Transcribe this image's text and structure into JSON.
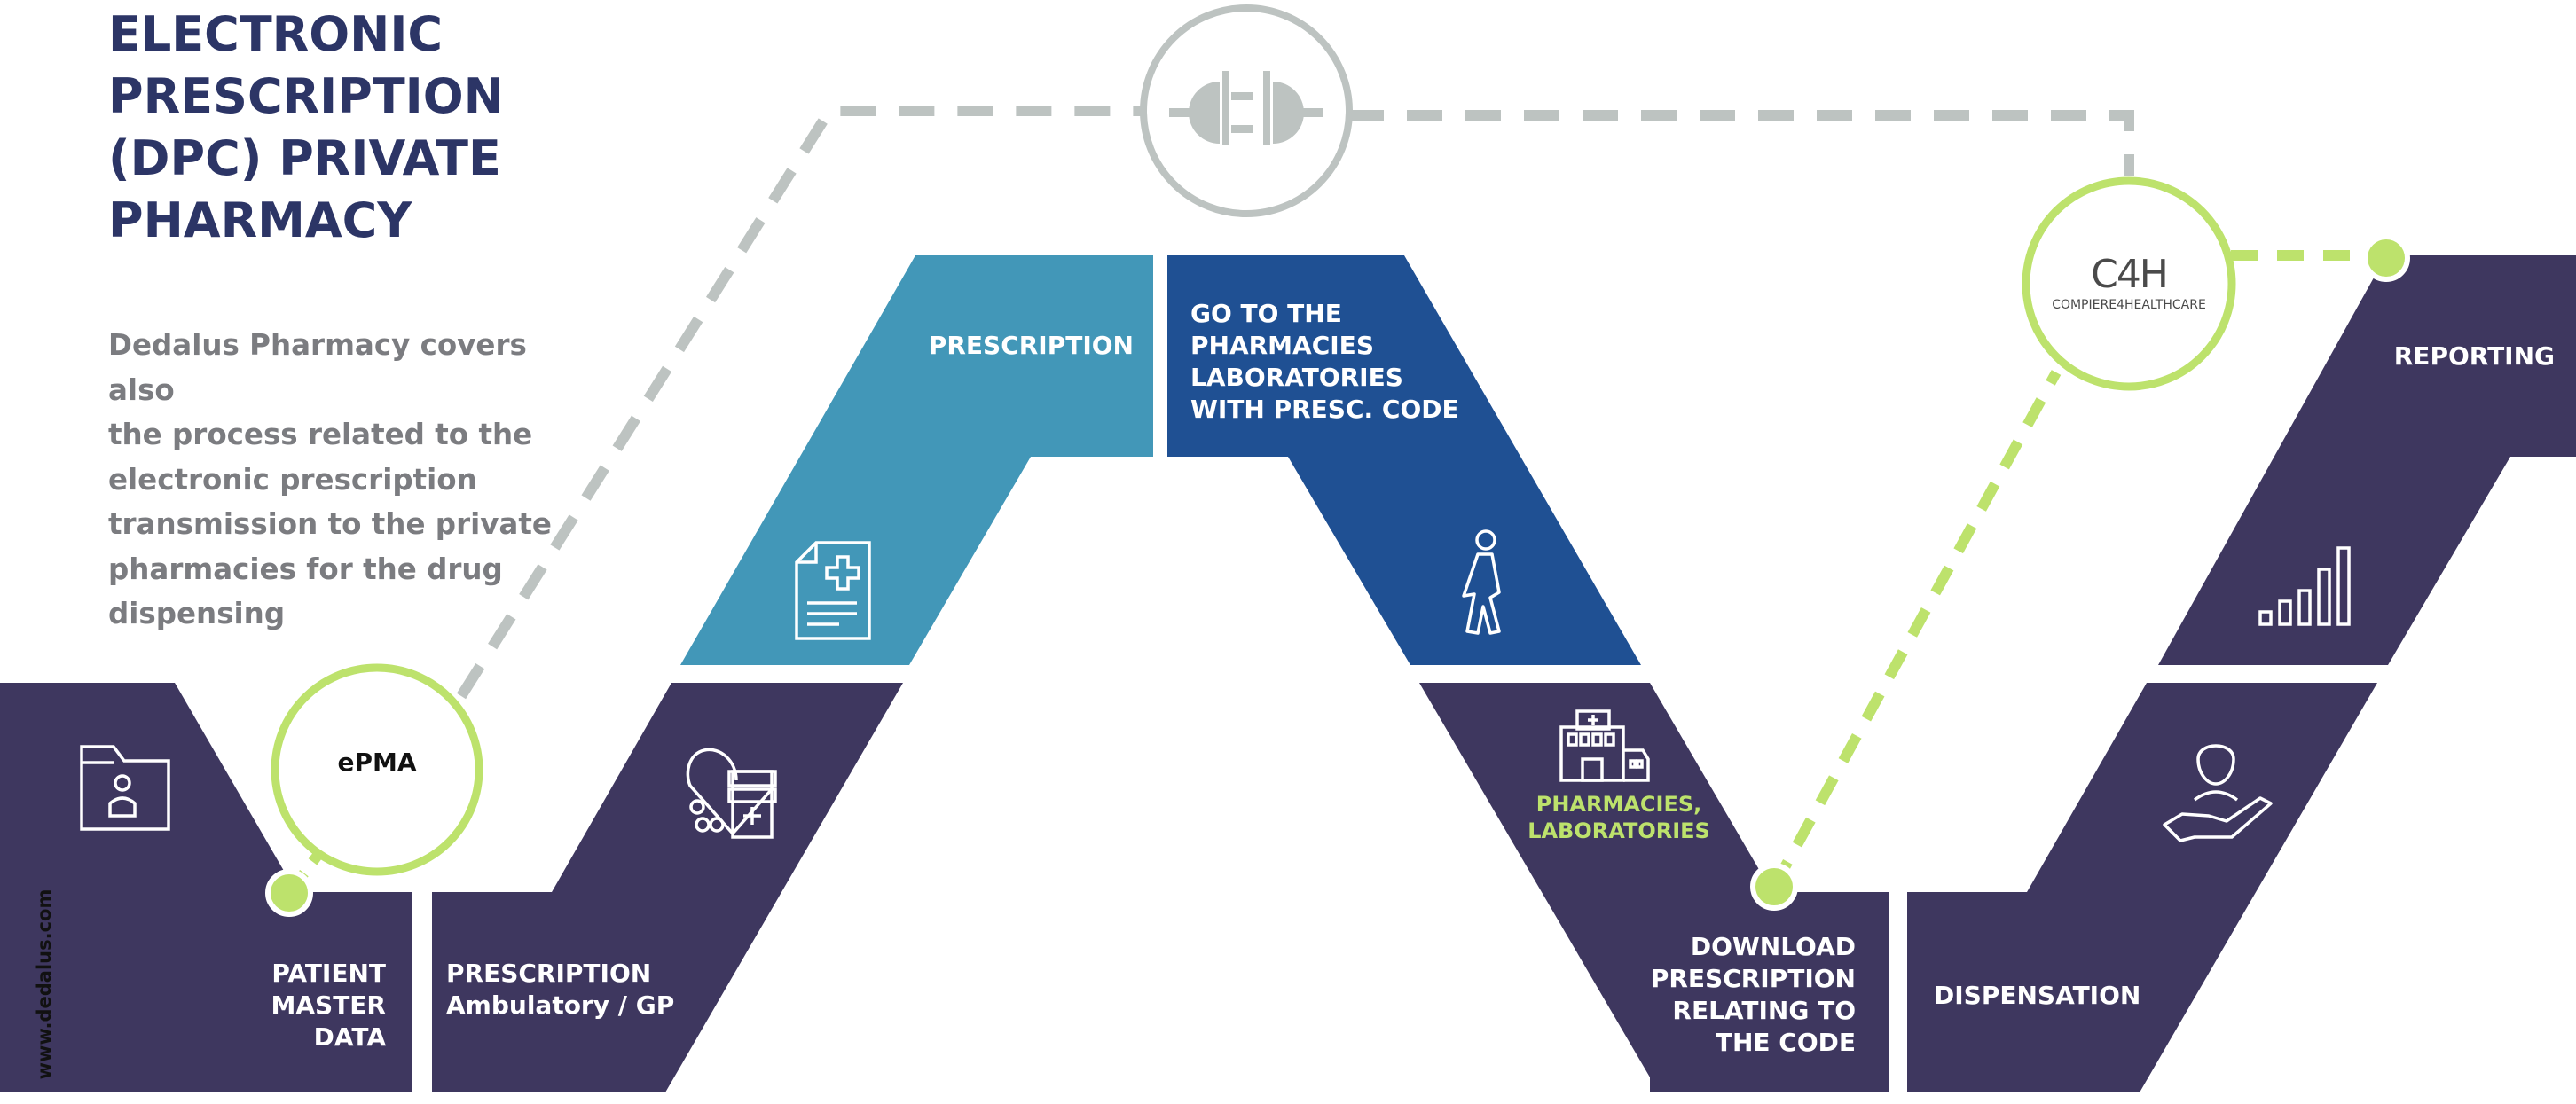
{
  "title": "PROCESS COVER\nELECTRONIC\nPRESCRIPTION\n(DPC) PRIVATE\nPHARMACY",
  "description": "Dedalus Pharmacy covers also\nthe process related to the\nelectronic prescription\ntransmission to the private\npharmacies for the drug\ndispensing",
  "website": "www.dedalus.com",
  "steps": {
    "patient_master_data": "PATIENT\nMASTER\nDATA",
    "prescription_ambulatory": "PRESCRIPTION\nAmbulatory / GP",
    "prescription": "PRESCRIPTION",
    "go_to_pharmacies": "GO TO THE\nPHARMACIES\nLABORATORIES\nWITH PRESC. CODE",
    "pharmacies_laboratories": "PHARMACIES,\nLABORATORIES",
    "download_prescription": "DOWNLOAD\nPRESCRIPTION\nRELATING TO\nTHE CODE",
    "dispensation": "DISPENSATION",
    "reporting": "REPORTING"
  },
  "badges": {
    "epma": "ePMA",
    "c4h_logo": "C4H",
    "c4h_sub": "COMPIERE4HEALTHCARE"
  },
  "colors": {
    "dark_purple": "#3e375f",
    "teal": "#4297b8",
    "blue": "#1f5093",
    "lime": "#bde26c",
    "gray_dash": "#bdc3c1",
    "title": "#2c3566",
    "body_text": "#7b7c80"
  },
  "icons": [
    "folder-person-icon",
    "heart-medicine-icon",
    "prescription-document-icon",
    "walking-person-icon",
    "hospital-building-icon",
    "hand-person-icon",
    "bar-chart-icon",
    "plug-icon"
  ]
}
